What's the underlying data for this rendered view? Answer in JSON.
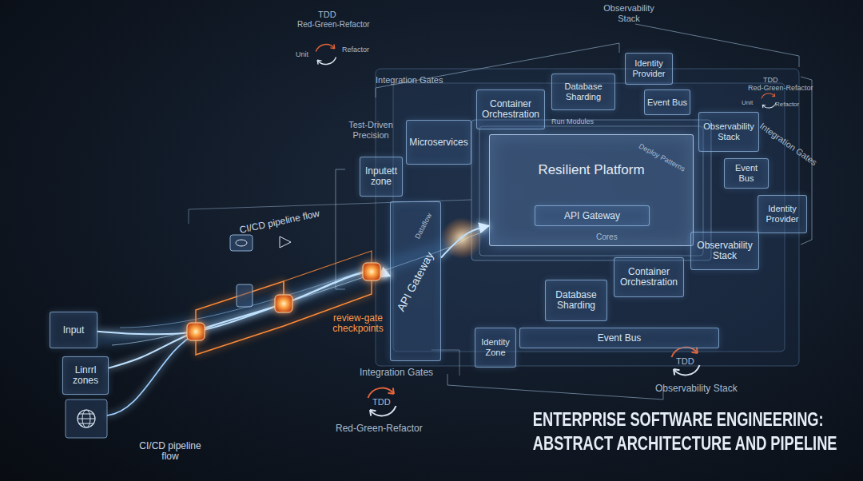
{
  "diagram": {
    "title": "ENTERPRISE SOFTWARE ENGINEERING: ABSTRACT ARCHITECTURE AND PIPELINE",
    "nodes": [
      {
        "text": [
          "Input"
        ]
      },
      {
        "text": [
          "Linrrl zones"
        ]
      },
      {
        "text": [
          "Inputett zone"
        ]
      },
      {
        "text": [
          "API Gateway"
        ]
      },
      {
        "text": [
          "Microservices"
        ]
      },
      {
        "text": [
          "Container Orchestration"
        ]
      },
      {
        "text": [
          "Database Sharding"
        ]
      },
      {
        "text": [
          "Identity Provider"
        ]
      },
      {
        "text": [
          "Event Bus"
        ]
      },
      {
        "text": [
          "Observability Stack"
        ]
      },
      {
        "text": [
          "Event Bus"
        ]
      },
      {
        "text": [
          "Resilient Platform"
        ]
      },
      {
        "text": [
          "API Gateway"
        ],
        "in": 11
      },
      {
        "text": [
          "Identity Provider"
        ]
      },
      {
        "text": [
          "Database Sharding"
        ]
      },
      {
        "text": [
          "Container Orchestration"
        ]
      },
      {
        "text": [
          "Observability Stack"
        ]
      },
      {
        "text": [
          "Event Bus"
        ]
      },
      {
        "text": [
          "Identity Zone"
        ]
      }
    ],
    "edges": [
      {
        "from": 0,
        "to": 3,
        "arrow": "to"
      },
      {
        "from": 1,
        "to": 3,
        "arrow": "to"
      },
      {
        "from": 3,
        "to": 11,
        "arrow": "to"
      }
    ],
    "labels": [
      "TDD",
      "Red-Green-Refactor",
      "Unit",
      "Refactor",
      "Integration Gates",
      "Observability Stack",
      "Run Modules",
      "Test-Driven Precision",
      "TDD",
      "Red-Green-Refactor",
      "Unit",
      "Refactor",
      "Integration Gates",
      "Deploy Patterns",
      "Dataflow",
      "CI/CD pipeline flow",
      "review-gate checkpoints",
      "Cores",
      "CI/CD pipeline flow",
      "Integration Gates",
      "TDD",
      "Red-Green-Refactor",
      "TDD",
      "Observability Stack"
    ]
  }
}
